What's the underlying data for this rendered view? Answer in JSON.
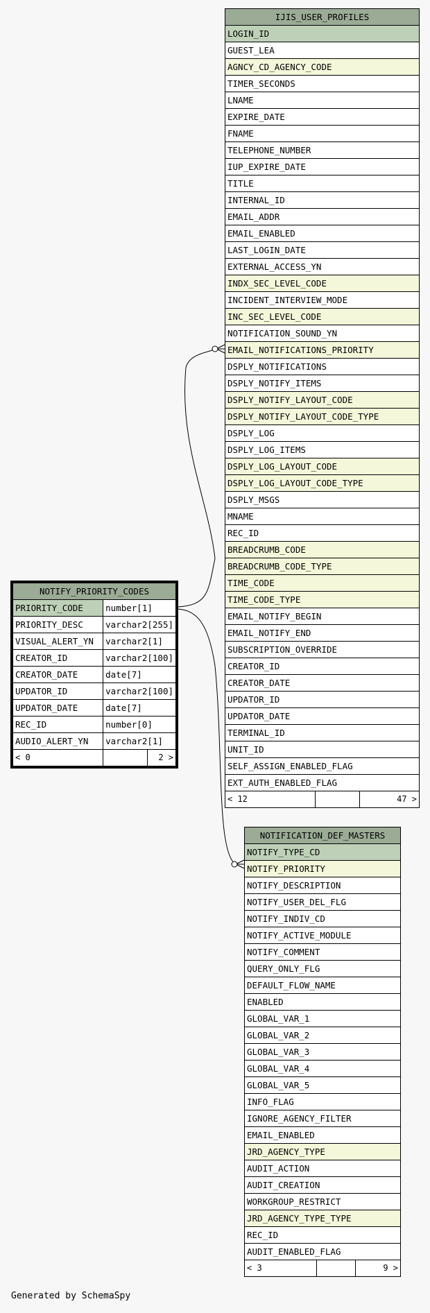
{
  "tables": {
    "ijis_user_profiles": {
      "name": "IJIS_USER_PROFILES",
      "columns": [
        {
          "name": "LOGIN_ID",
          "key": "pk"
        },
        {
          "name": "GUEST_LEA",
          "key": ""
        },
        {
          "name": "AGNCY_CD_AGENCY_CODE",
          "key": "fk"
        },
        {
          "name": "TIMER_SECONDS",
          "key": ""
        },
        {
          "name": "LNAME",
          "key": ""
        },
        {
          "name": "EXPIRE_DATE",
          "key": ""
        },
        {
          "name": "FNAME",
          "key": ""
        },
        {
          "name": "TELEPHONE_NUMBER",
          "key": ""
        },
        {
          "name": "IUP_EXPIRE_DATE",
          "key": ""
        },
        {
          "name": "TITLE",
          "key": ""
        },
        {
          "name": "INTERNAL_ID",
          "key": ""
        },
        {
          "name": "EMAIL_ADDR",
          "key": ""
        },
        {
          "name": "EMAIL_ENABLED",
          "key": ""
        },
        {
          "name": "LAST_LOGIN_DATE",
          "key": ""
        },
        {
          "name": "EXTERNAL_ACCESS_YN",
          "key": ""
        },
        {
          "name": "INDX_SEC_LEVEL_CODE",
          "key": "fk"
        },
        {
          "name": "INCIDENT_INTERVIEW_MODE",
          "key": ""
        },
        {
          "name": "INC_SEC_LEVEL_CODE",
          "key": "fk"
        },
        {
          "name": "NOTIFICATION_SOUND_YN",
          "key": ""
        },
        {
          "name": "EMAIL_NOTIFICATIONS_PRIORITY",
          "key": "fk"
        },
        {
          "name": "DSPLY_NOTIFICATIONS",
          "key": ""
        },
        {
          "name": "DSPLY_NOTIFY_ITEMS",
          "key": ""
        },
        {
          "name": "DSPLY_NOTIFY_LAYOUT_CODE",
          "key": "fk"
        },
        {
          "name": "DSPLY_NOTIFY_LAYOUT_CODE_TYPE",
          "key": "fk"
        },
        {
          "name": "DSPLY_LOG",
          "key": ""
        },
        {
          "name": "DSPLY_LOG_ITEMS",
          "key": ""
        },
        {
          "name": "DSPLY_LOG_LAYOUT_CODE",
          "key": "fk"
        },
        {
          "name": "DSPLY_LOG_LAYOUT_CODE_TYPE",
          "key": "fk"
        },
        {
          "name": "DSPLY_MSGS",
          "key": ""
        },
        {
          "name": "MNAME",
          "key": ""
        },
        {
          "name": "REC_ID",
          "key": ""
        },
        {
          "name": "BREADCRUMB_CODE",
          "key": "fk"
        },
        {
          "name": "BREADCRUMB_CODE_TYPE",
          "key": "fk"
        },
        {
          "name": "TIME_CODE",
          "key": "fk"
        },
        {
          "name": "TIME_CODE_TYPE",
          "key": "fk"
        },
        {
          "name": "EMAIL_NOTIFY_BEGIN",
          "key": ""
        },
        {
          "name": "EMAIL_NOTIFY_END",
          "key": ""
        },
        {
          "name": "SUBSCRIPTION_OVERRIDE",
          "key": ""
        },
        {
          "name": "CREATOR_ID",
          "key": ""
        },
        {
          "name": "CREATOR_DATE",
          "key": ""
        },
        {
          "name": "UPDATOR_ID",
          "key": ""
        },
        {
          "name": "UPDATOR_DATE",
          "key": ""
        },
        {
          "name": "TERMINAL_ID",
          "key": ""
        },
        {
          "name": "UNIT_ID",
          "key": ""
        },
        {
          "name": "SELF_ASSIGN_ENABLED_FLAG",
          "key": ""
        },
        {
          "name": "EXT_AUTH_ENABLED_FLAG",
          "key": ""
        }
      ],
      "footer_left": "< 12",
      "footer_right": "47 >"
    },
    "notify_priority_codes": {
      "name": "NOTIFY_PRIORITY_CODES",
      "columns": [
        {
          "name": "PRIORITY_CODE",
          "type": "number[1]",
          "key": "pk"
        },
        {
          "name": "PRIORITY_DESC",
          "type": "varchar2[255]",
          "key": ""
        },
        {
          "name": "VISUAL_ALERT_YN",
          "type": "varchar2[1]",
          "key": ""
        },
        {
          "name": "CREATOR_ID",
          "type": "varchar2[100]",
          "key": ""
        },
        {
          "name": "CREATOR_DATE",
          "type": "date[7]",
          "key": ""
        },
        {
          "name": "UPDATOR_ID",
          "type": "varchar2[100]",
          "key": ""
        },
        {
          "name": "UPDATOR_DATE",
          "type": "date[7]",
          "key": ""
        },
        {
          "name": "REC_ID",
          "type": "number[0]",
          "key": ""
        },
        {
          "name": "AUDIO_ALERT_YN",
          "type": "varchar2[1]",
          "key": ""
        }
      ],
      "footer_left": "< 0",
      "footer_right": "2 >"
    },
    "notification_def_masters": {
      "name": "NOTIFICATION_DEF_MASTERS",
      "columns": [
        {
          "name": "NOTIFY_TYPE_CD",
          "key": "pk"
        },
        {
          "name": "NOTIFY_PRIORITY",
          "key": "fk"
        },
        {
          "name": "NOTIFY_DESCRIPTION",
          "key": ""
        },
        {
          "name": "NOTIFY_USER_DEL_FLG",
          "key": ""
        },
        {
          "name": "NOTIFY_INDIV_CD",
          "key": ""
        },
        {
          "name": "NOTIFY_ACTIVE_MODULE",
          "key": ""
        },
        {
          "name": "NOTIFY_COMMENT",
          "key": ""
        },
        {
          "name": "QUERY_ONLY_FLG",
          "key": ""
        },
        {
          "name": "DEFAULT_FLOW_NAME",
          "key": ""
        },
        {
          "name": "ENABLED",
          "key": ""
        },
        {
          "name": "GLOBAL_VAR_1",
          "key": ""
        },
        {
          "name": "GLOBAL_VAR_2",
          "key": ""
        },
        {
          "name": "GLOBAL_VAR_3",
          "key": ""
        },
        {
          "name": "GLOBAL_VAR_4",
          "key": ""
        },
        {
          "name": "GLOBAL_VAR_5",
          "key": ""
        },
        {
          "name": "INFO_FLAG",
          "key": ""
        },
        {
          "name": "IGNORE_AGENCY_FILTER",
          "key": ""
        },
        {
          "name": "EMAIL_ENABLED",
          "key": ""
        },
        {
          "name": "JRD_AGENCY_TYPE",
          "key": "fk"
        },
        {
          "name": "AUDIT_ACTION",
          "key": ""
        },
        {
          "name": "AUDIT_CREATION",
          "key": ""
        },
        {
          "name": "WORKGROUP_RESTRICT",
          "key": ""
        },
        {
          "name": "JRD_AGENCY_TYPE_TYPE",
          "key": "fk"
        },
        {
          "name": "REC_ID",
          "key": ""
        },
        {
          "name": "AUDIT_ENABLED_FLAG",
          "key": ""
        }
      ],
      "footer_left": "< 3",
      "footer_right": "9 >"
    }
  },
  "colors": {
    "header": "#9bab96",
    "primary_key": "#bed1b8",
    "foreign_key": "#f4f7da",
    "background": "#f7f7f7"
  },
  "footer": "Generated by SchemaSpy"
}
